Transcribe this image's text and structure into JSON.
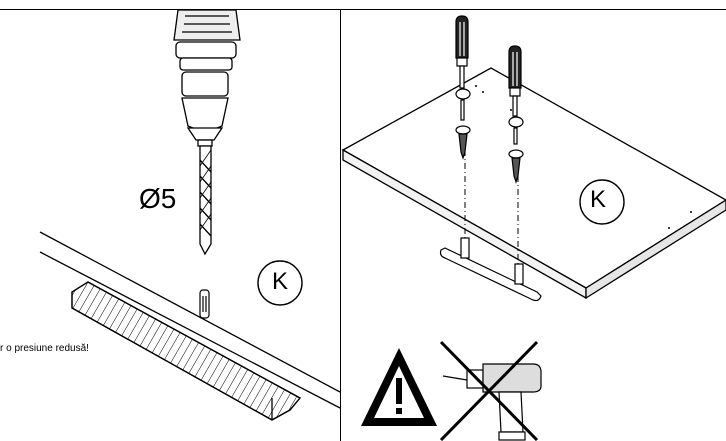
{
  "diameter_label": "Ø5",
  "note_text": "r o presiune redusă!",
  "part_label_left": "K",
  "part_label_right": "K",
  "icons": {
    "drill": "drill-icon",
    "screwdriver": "screwdriver-icon",
    "warning": "warning-triangle-icon",
    "no_power_drill": "no-power-drill-icon"
  }
}
